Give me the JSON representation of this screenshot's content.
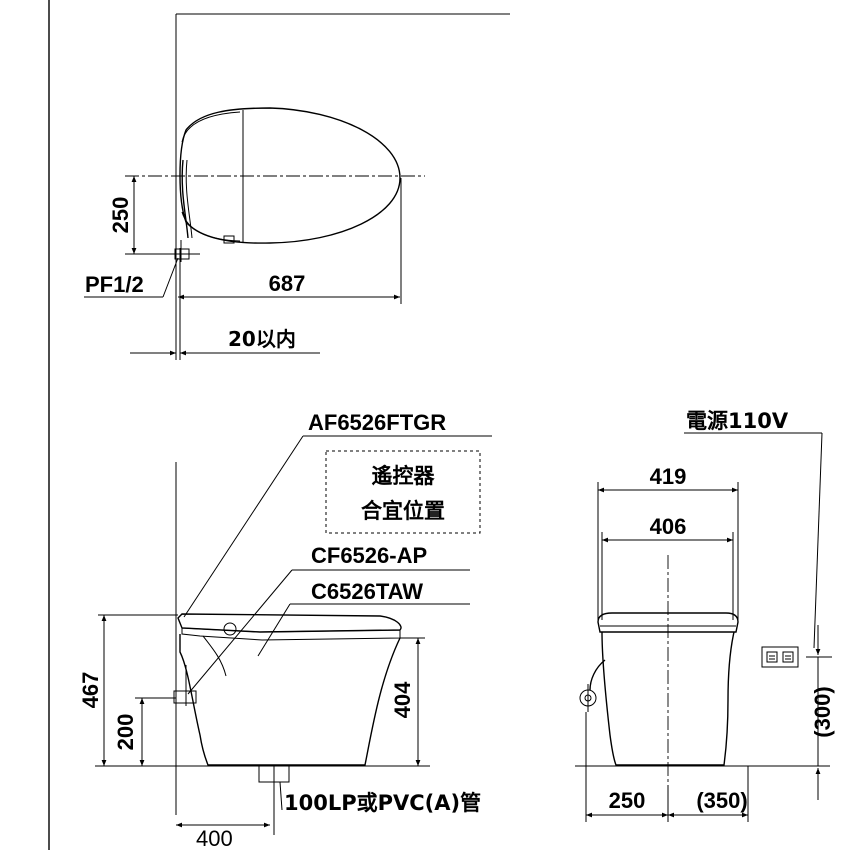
{
  "top_view": {
    "dim_250": "250",
    "pipe_label": "PF1/2",
    "dim_687": "687",
    "dim_20": "20以内"
  },
  "front_view": {
    "model_seat": "AF6526FTGR",
    "remote_line1": "遙控器",
    "remote_line2": "合宜位置",
    "model_valve": "CF6526-AP",
    "model_bowl": "C6526TAW",
    "dim_467": "467",
    "dim_200": "200",
    "dim_404": "404",
    "drain_label": "100LP或PVC(A)管",
    "dim_400": "400"
  },
  "side_view": {
    "power_label": "電源110V",
    "dim_419": "419",
    "dim_406": "406",
    "dim_250": "250",
    "dim_350": "(350)",
    "dim_300": "(300)"
  }
}
